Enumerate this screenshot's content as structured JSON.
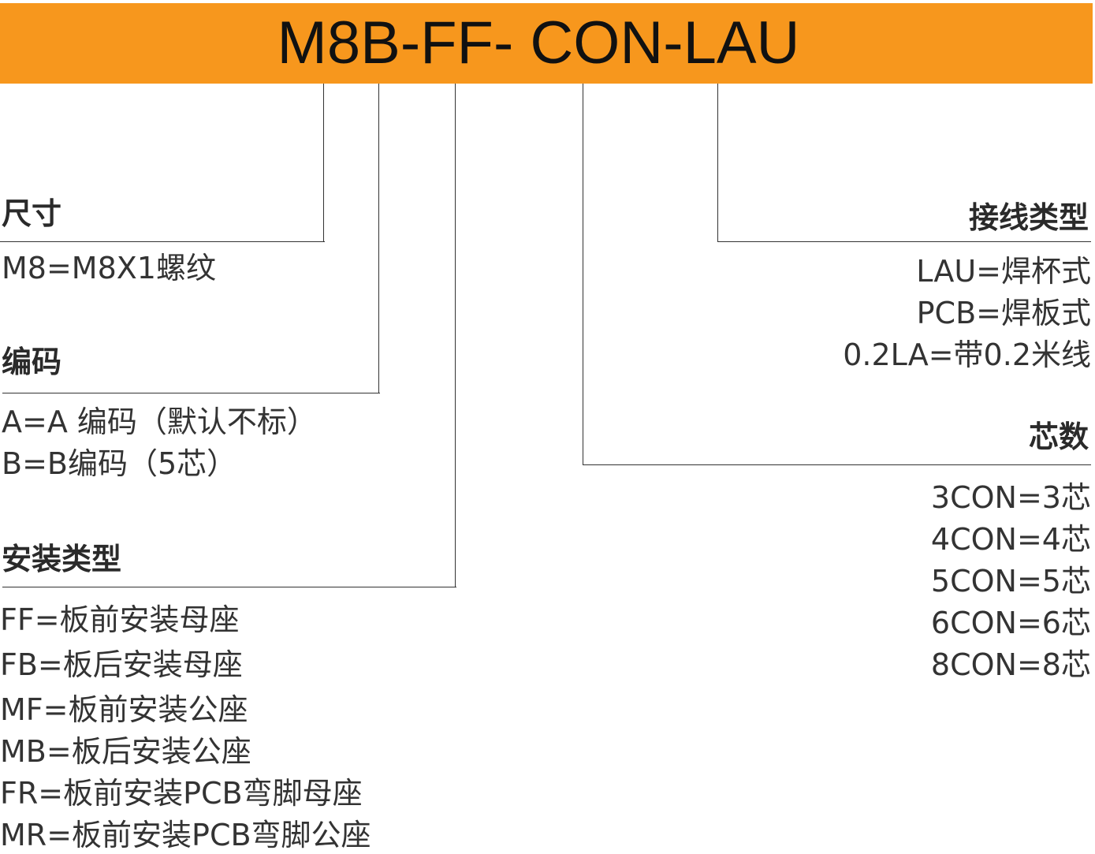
{
  "title": "M8B-FF- CON-LAU",
  "colors": {
    "banner": "#f7971d",
    "line": "#333333",
    "text": "#333333"
  },
  "sections": {
    "size": {
      "heading": "尺寸",
      "options": [
        "M8=M8X1螺纹"
      ]
    },
    "coding": {
      "heading": "编码",
      "options": [
        "A=A 编码（默认不标）",
        "B=B编码（5芯）"
      ]
    },
    "install": {
      "heading": "安装类型",
      "options": [
        "FF=板前安装母座",
        "FB=板后安装母座",
        "MF=板前安装公座",
        "MB=板后安装公座",
        "FR=板前安装PCB弯脚母座",
        "MR=板前安装PCB弯脚公座"
      ]
    },
    "wiring": {
      "heading": "接线类型",
      "options": [
        "LAU=焊杯式",
        "PCB=焊板式",
        "0.2LA=带0.2米线"
      ]
    },
    "cores": {
      "heading": "芯数",
      "options": [
        "3CON=3芯",
        "4CON=4芯",
        "5CON=5芯",
        "6CON=6芯",
        "8CON=8芯"
      ]
    }
  }
}
